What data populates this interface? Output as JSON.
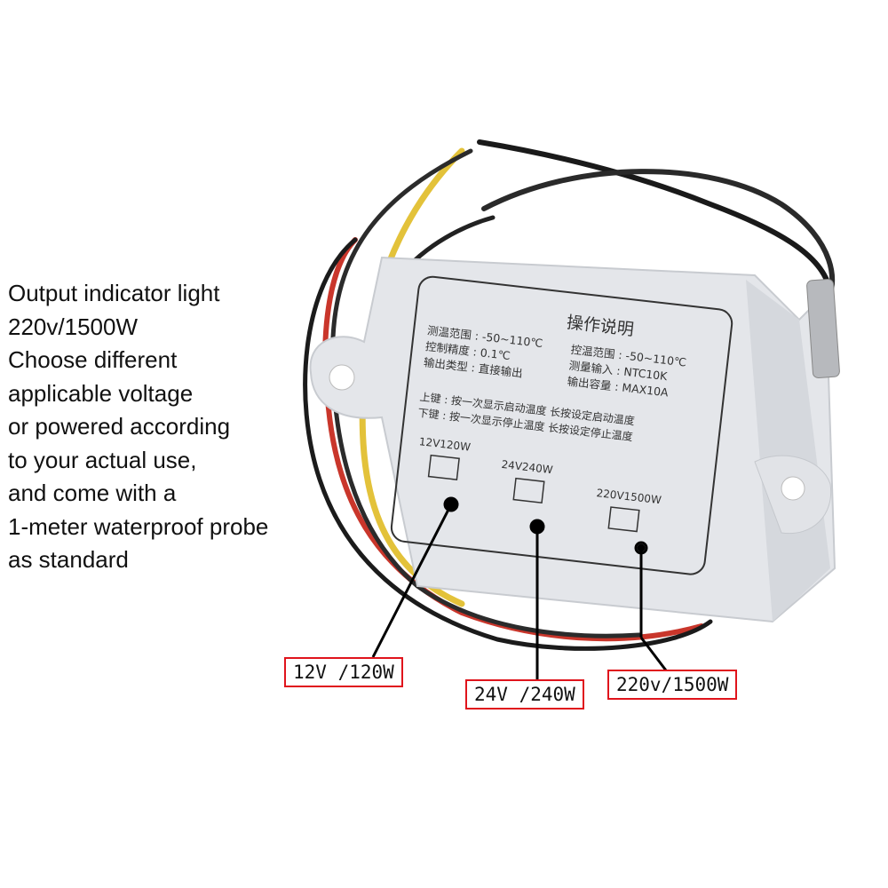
{
  "description": {
    "lines": [
      "Output indicator light",
      "220v/1500W",
      "Choose different",
      "applicable voltage",
      "or powered according",
      "to your actual use,",
      "and come with a",
      "1-meter waterproof probe",
      "as standard"
    ]
  },
  "device_label": {
    "title": "操作说明",
    "left_specs": [
      "测温范围 : -50~110℃",
      "控制精度 : 0.1℃",
      "输出类型 : 直接输出"
    ],
    "right_specs": [
      "控温范围 : -50~110℃",
      "测量输入 : NTC10K",
      "输出容量 : MAX10A"
    ],
    "keys": [
      "上键 : 按一次显示启动温度  长按设定启动温度",
      "下键 : 按一次显示停止温度  长按设定停止温度"
    ],
    "outputs": [
      "12V120W",
      "24V240W",
      "220V1500W"
    ]
  },
  "callouts": [
    "12V /120W",
    "24V /240W",
    "220v/1500W"
  ],
  "colors": {
    "callout_border": "#e0141c",
    "housing": "#e4e6ea"
  }
}
